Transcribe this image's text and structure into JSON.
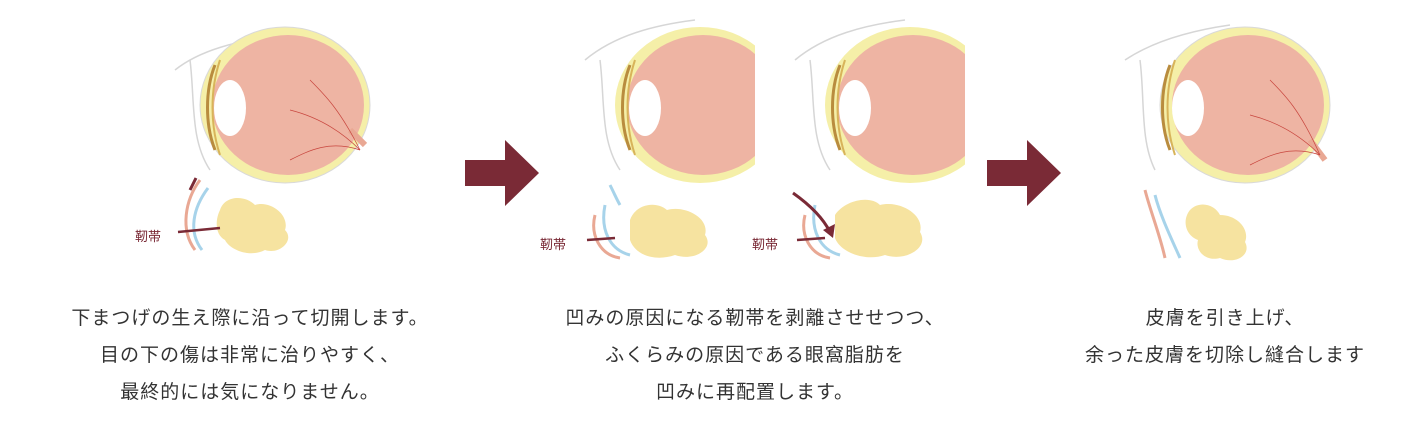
{
  "steps": [
    {
      "label": "靭帯",
      "caption": [
        "下まつげの生え際に沿って切開します。",
        "目の下の傷は非常に治りやすく、",
        "最終的には気になりません。"
      ]
    },
    {
      "label": "靭帯",
      "label2": "靭帯",
      "caption": [
        "凹みの原因になる靭帯を剥離させせつつ、",
        "ふくらみの原因である眼窩脂肪を",
        "凹みに再配置します。"
      ]
    },
    {
      "caption": [
        "皮膚を引き上げ、",
        "余った皮膚を切除し縫合します"
      ]
    }
  ],
  "colors": {
    "accent": "#7a2a36",
    "eyeball": "#eeb4a3",
    "sclera": "#f5efa8",
    "fat": "#f6e3a0",
    "skin": "#e9a894",
    "muscle": "#a7d3ea"
  }
}
